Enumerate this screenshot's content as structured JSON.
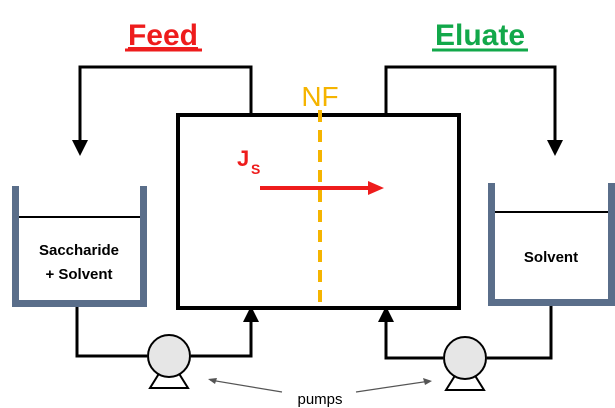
{
  "title_left": "Feed",
  "title_right": "Eluate",
  "membrane_label": "NF",
  "flux_label": {
    "main": "J",
    "sub": "S"
  },
  "left_tank_label_line1": "Saccharide",
  "left_tank_label_line2": "+ Solvent",
  "right_tank_label": "Solvent",
  "pumps_label": "pumps",
  "colors": {
    "feed": "#ee1c1c",
    "eluate": "#12a84a",
    "membrane": "#f5b400",
    "flux": "#ee1c1c",
    "line": "#000000",
    "tank_wall": "#5a6e8a"
  }
}
